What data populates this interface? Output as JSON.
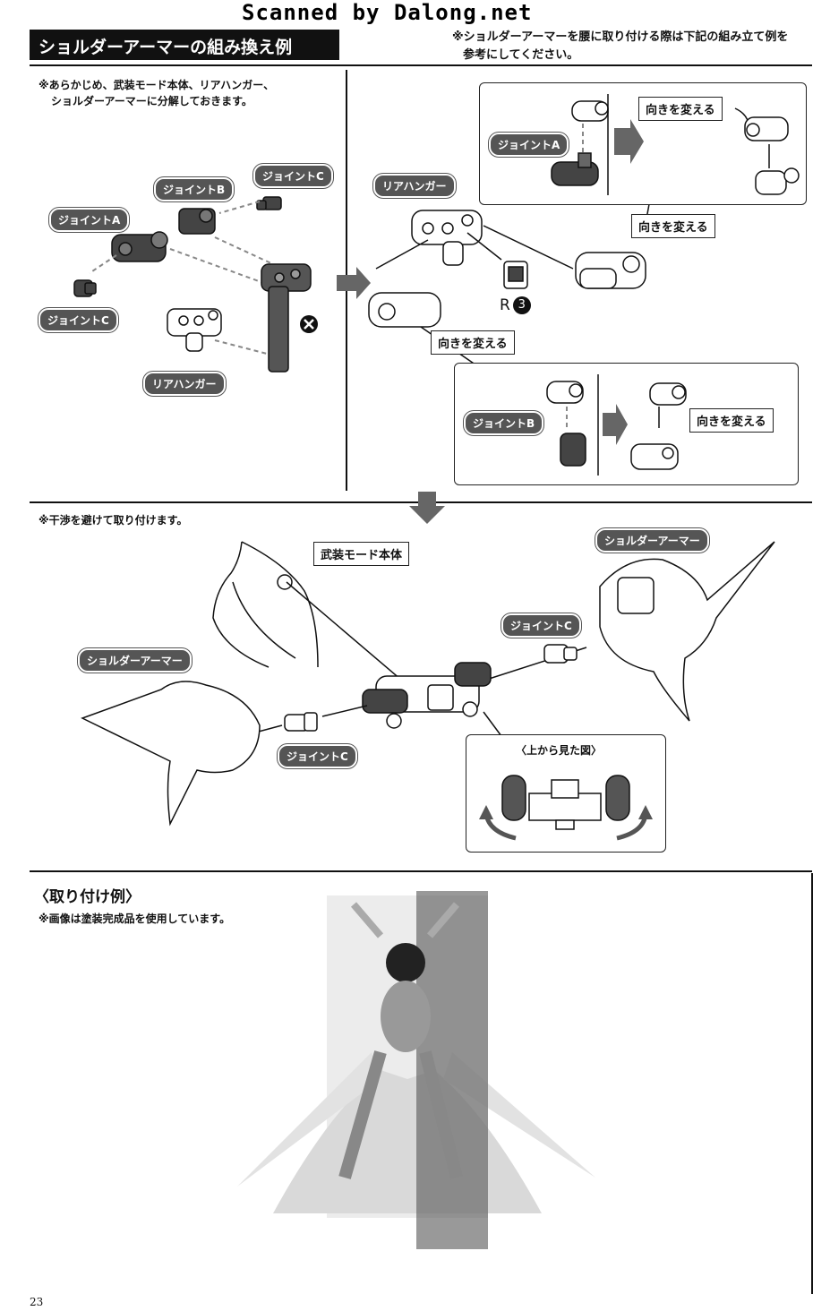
{
  "watermark": "Scanned by Dalong.net",
  "header": {
    "title": "ショルダーアーマーの組み換え例",
    "note_line1": "※ショルダーアーマーを腰に取り付ける際は下記の組み立て例を",
    "note_line2": "参考にしてください。"
  },
  "step1": {
    "note_line1": "※あらかじめ、武装モード本体、リアハンガー、",
    "note_line2": "ショルダーアーマーに分解しておきます。",
    "labels": {
      "joint_c_top": "ジョイントC",
      "joint_b": "ジョイントB",
      "joint_a": "ジョイントA",
      "joint_c_bottom": "ジョイントC",
      "rear_hanger": "リアハンガー"
    }
  },
  "step2": {
    "rear_hanger": "リアハンガー",
    "part_ref_letter": "R",
    "part_ref_number": "3",
    "joint_a": "ジョイントA",
    "joint_b": "ジョイントB",
    "change_direction_1": "向きを変える",
    "change_direction_2": "向きを変える",
    "change_direction_3": "向きを変える",
    "change_direction_4": "向きを変える"
  },
  "step3": {
    "note": "※干渉を避けて取り付けます。",
    "body_label": "武装モード本体",
    "shoulder_armor_right": "ショルダーアーマー",
    "shoulder_armor_left": "ショルダーアーマー",
    "joint_c_right": "ジョイントC",
    "joint_c_left": "ジョイントC",
    "top_view": "〈上から見た図〉"
  },
  "example": {
    "title": "〈取り付け例〉",
    "note": "※画像は塗装完成品を使用しています。"
  },
  "page_number": "23"
}
